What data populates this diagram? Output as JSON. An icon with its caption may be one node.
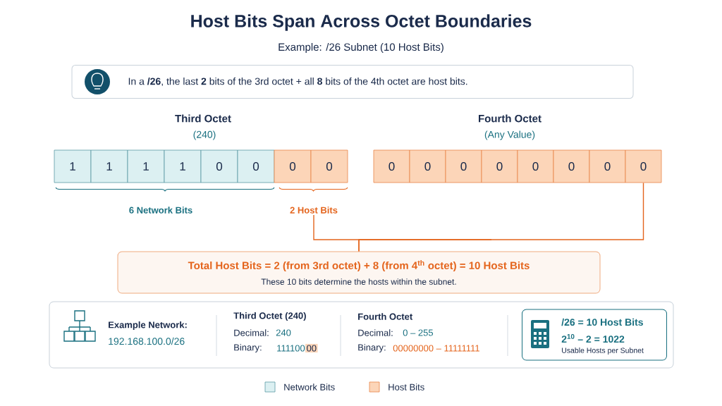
{
  "diagram": {
    "title": "Host Bits Span Across Octet Boundaries",
    "nodes": [
      {
        "text": [
          "In a **/26**, the last **2** bits of the 3rd octet + all **8** bits of the 4th octet are host bits."
        ]
      },
      {
        "text": [
          "1"
        ]
      },
      {
        "text": [
          "1"
        ]
      },
      {
        "text": [
          "1"
        ]
      },
      {
        "text": [
          "1"
        ]
      },
      {
        "text": [
          "0"
        ]
      },
      {
        "text": [
          "0"
        ]
      },
      {
        "text": [
          "0"
        ]
      },
      {
        "text": [
          "0"
        ]
      },
      {
        "text": [
          "0"
        ]
      },
      {
        "text": [
          "0"
        ]
      },
      {
        "text": [
          "0"
        ]
      },
      {
        "text": [
          "0"
        ]
      },
      {
        "text": [
          "0"
        ]
      },
      {
        "text": [
          "0"
        ]
      },
      {
        "text": [
          "0"
        ]
      },
      {
        "text": [
          "0"
        ]
      },
      {
        "text": [
          "2 Host Bits"
        ]
      },
      {
        "text": [
          "Total Host Bits = 2 (from 3rd octet) + 8 (from 4$^{th}$ octet) = 10 Host Bits",
          "These 10 bits determine the hosts within the subnet."
        ]
      },
      {
        "text": [
          "Example Network:",
          "192.168.100.0/26",
          "Third Octet (240)",
          "Decimal:",
          "240",
          "Binary:",
          "111100",
          "00",
          "Fourth Octet",
          "Decimal:",
          "0 – 255",
          "Binary:",
          "00000000 – 11111111"
        ]
      },
      {
        "text": [
          "/26 = 10 Host Bits",
          "2$^{10}$ – 2 = 1022",
          "Usable Hosts per Subnet"
        ],
        "in": 19
      }
    ],
    "edges": [
      {
        "from": 17,
        "to": 18,
        "arrow": "none"
      },
      {
        "from": 16,
        "to": 18,
        "arrow": "none"
      }
    ],
    "labels": [
      "Example: /26 Subnet (10 Host Bits)",
      "Third Octet",
      "(240)",
      "Fourth Octet",
      "(Any Value)",
      "6 Network Bits"
    ],
    "legend": [
      {
        "text": "Network Bits",
        "color": "#dcf0f2"
      },
      {
        "text": "Host Bits",
        "color": "#fcd5b8"
      }
    ]
  }
}
